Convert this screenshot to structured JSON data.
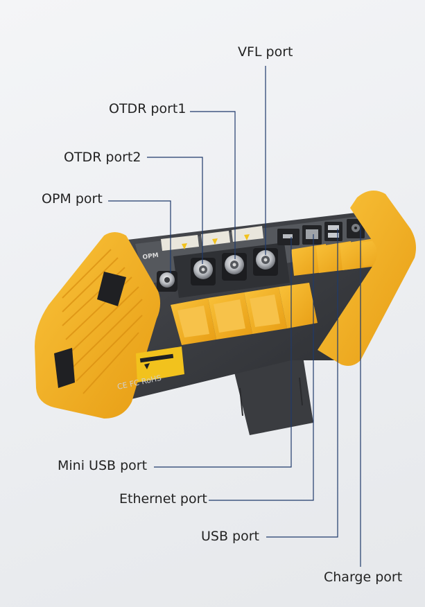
{
  "labels": {
    "vfl": "VFL port",
    "otdr1": "OTDR port1",
    "otdr2": "OTDR port2",
    "opm": "OPM port",
    "mini_usb": "Mini USB port",
    "ethernet": "Ethernet port",
    "usb": "USB port",
    "charge": "Charge port"
  },
  "device_text": {
    "opm_mark": "OPM",
    "cert_mark": "CE FC RoHS"
  },
  "colors": {
    "bumper": "#f5b021",
    "body": "#3b3d41",
    "leader_line": "#1f3a6b"
  }
}
